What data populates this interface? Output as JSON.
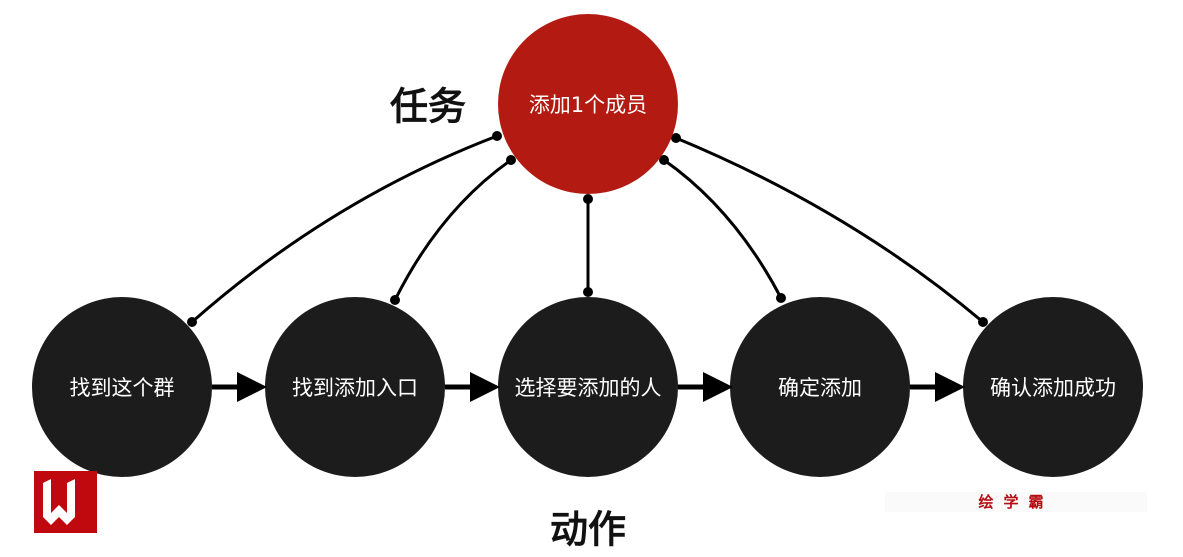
{
  "task_label": "任务",
  "action_label": "动作",
  "task_node": {
    "text": "添加1个成员",
    "color": "#b31b12"
  },
  "action_nodes": [
    {
      "text": "找到这个群"
    },
    {
      "text": "找到添加入口"
    },
    {
      "text": "选择要添加的人"
    },
    {
      "text": "确定添加"
    },
    {
      "text": "确认添加成功"
    }
  ],
  "node_color": "#1c1c1c",
  "brand": {
    "text": "绘学霸",
    "logo_letter": "W",
    "color": "#c0080f"
  }
}
